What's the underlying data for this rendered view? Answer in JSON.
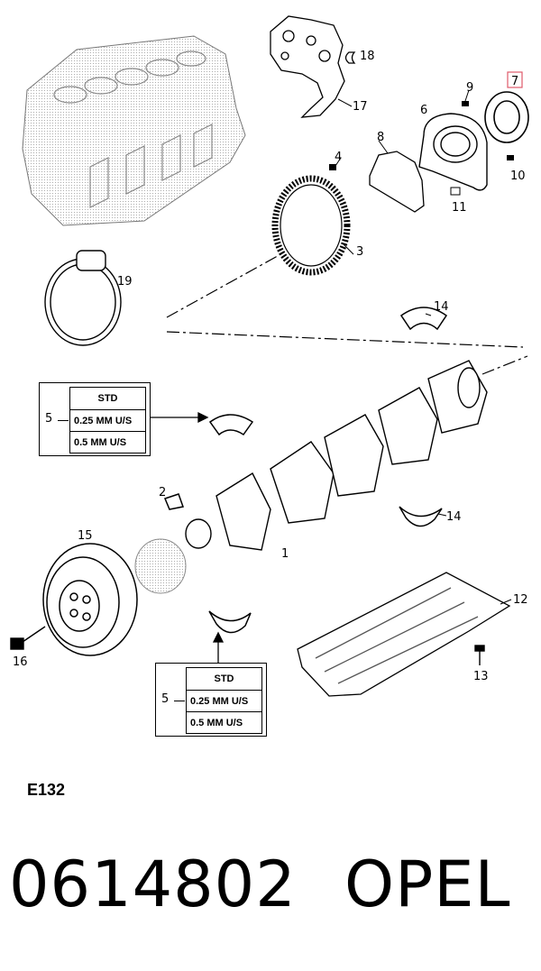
{
  "callouts": {
    "c1": "1",
    "c2": "2",
    "c3": "3",
    "c4": "4",
    "c5a": "5",
    "c5b": "5",
    "c6": "6",
    "c7": "7",
    "c8": "8",
    "c9": "9",
    "c10": "10",
    "c11": "11",
    "c12": "12",
    "c13": "13",
    "c14a": "14",
    "c14b": "14",
    "c15": "15",
    "c16": "16",
    "c17": "17",
    "c18": "18",
    "c19": "19"
  },
  "bearing_table_upper": {
    "number": "5",
    "rows": [
      "STD",
      "0.25  MM U/S",
      "0.5  MM U/S"
    ]
  },
  "bearing_table_lower": {
    "number": "5",
    "rows": [
      "STD",
      "0.25  MM U/S",
      "0.5  MM U/S"
    ]
  },
  "ref_code": "E132",
  "part_number": "0614802",
  "brand": "OPEL",
  "colors": {
    "highlight_box": "#e05a6a",
    "line": "#000000",
    "stipple": "#9a9a9a"
  }
}
